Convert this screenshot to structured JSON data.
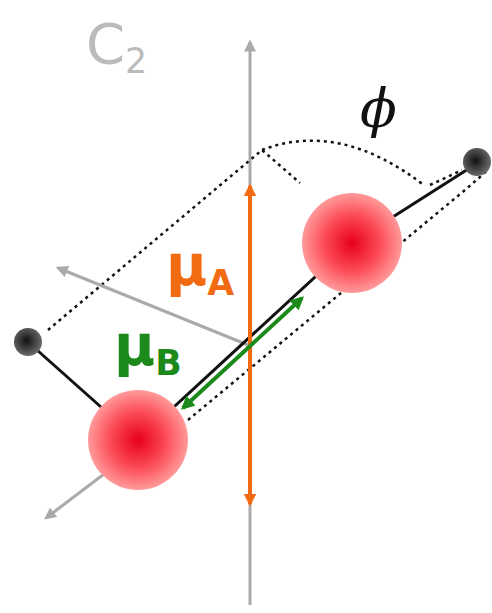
{
  "diagram": {
    "labels": [
      "C2",
      "ϕ",
      "μA",
      "μB"
    ]
  }
}
